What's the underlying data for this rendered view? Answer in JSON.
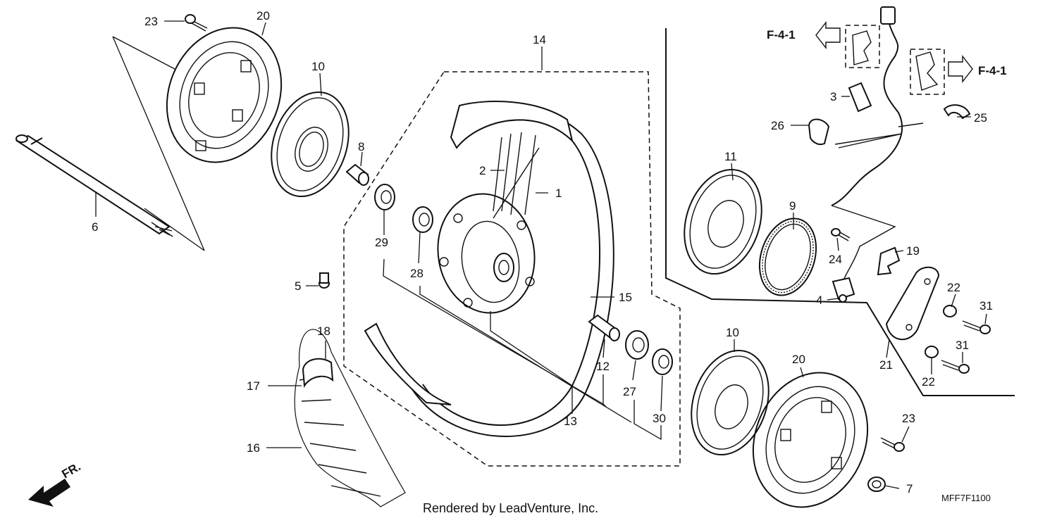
{
  "diagram": {
    "footer_text": "Rendered by LeadVenture, Inc.",
    "diagram_code": "MFF7F1100",
    "front_label": "FR.",
    "ref_left": "F-4-1",
    "ref_right": "F-4-1",
    "labels": {
      "p1": "1",
      "p2": "2",
      "p3": "3",
      "p4": "4",
      "p5": "5",
      "p6": "6",
      "p7": "7",
      "p8": "8",
      "p9": "9",
      "p10a": "10",
      "p10b": "10",
      "p11": "11",
      "p12": "12",
      "p13": "13",
      "p14": "14",
      "p15": "15",
      "p16": "16",
      "p17": "17",
      "p18": "18",
      "p19": "19",
      "p20a": "20",
      "p20b": "20",
      "p21": "21",
      "p22a": "22",
      "p22b": "22",
      "p23a": "23",
      "p23b": "23",
      "p24": "24",
      "p25": "25",
      "p26": "26",
      "p27": "27",
      "p28": "28",
      "p29": "29",
      "p30": "30",
      "p31a": "31",
      "p31b": "31"
    }
  }
}
